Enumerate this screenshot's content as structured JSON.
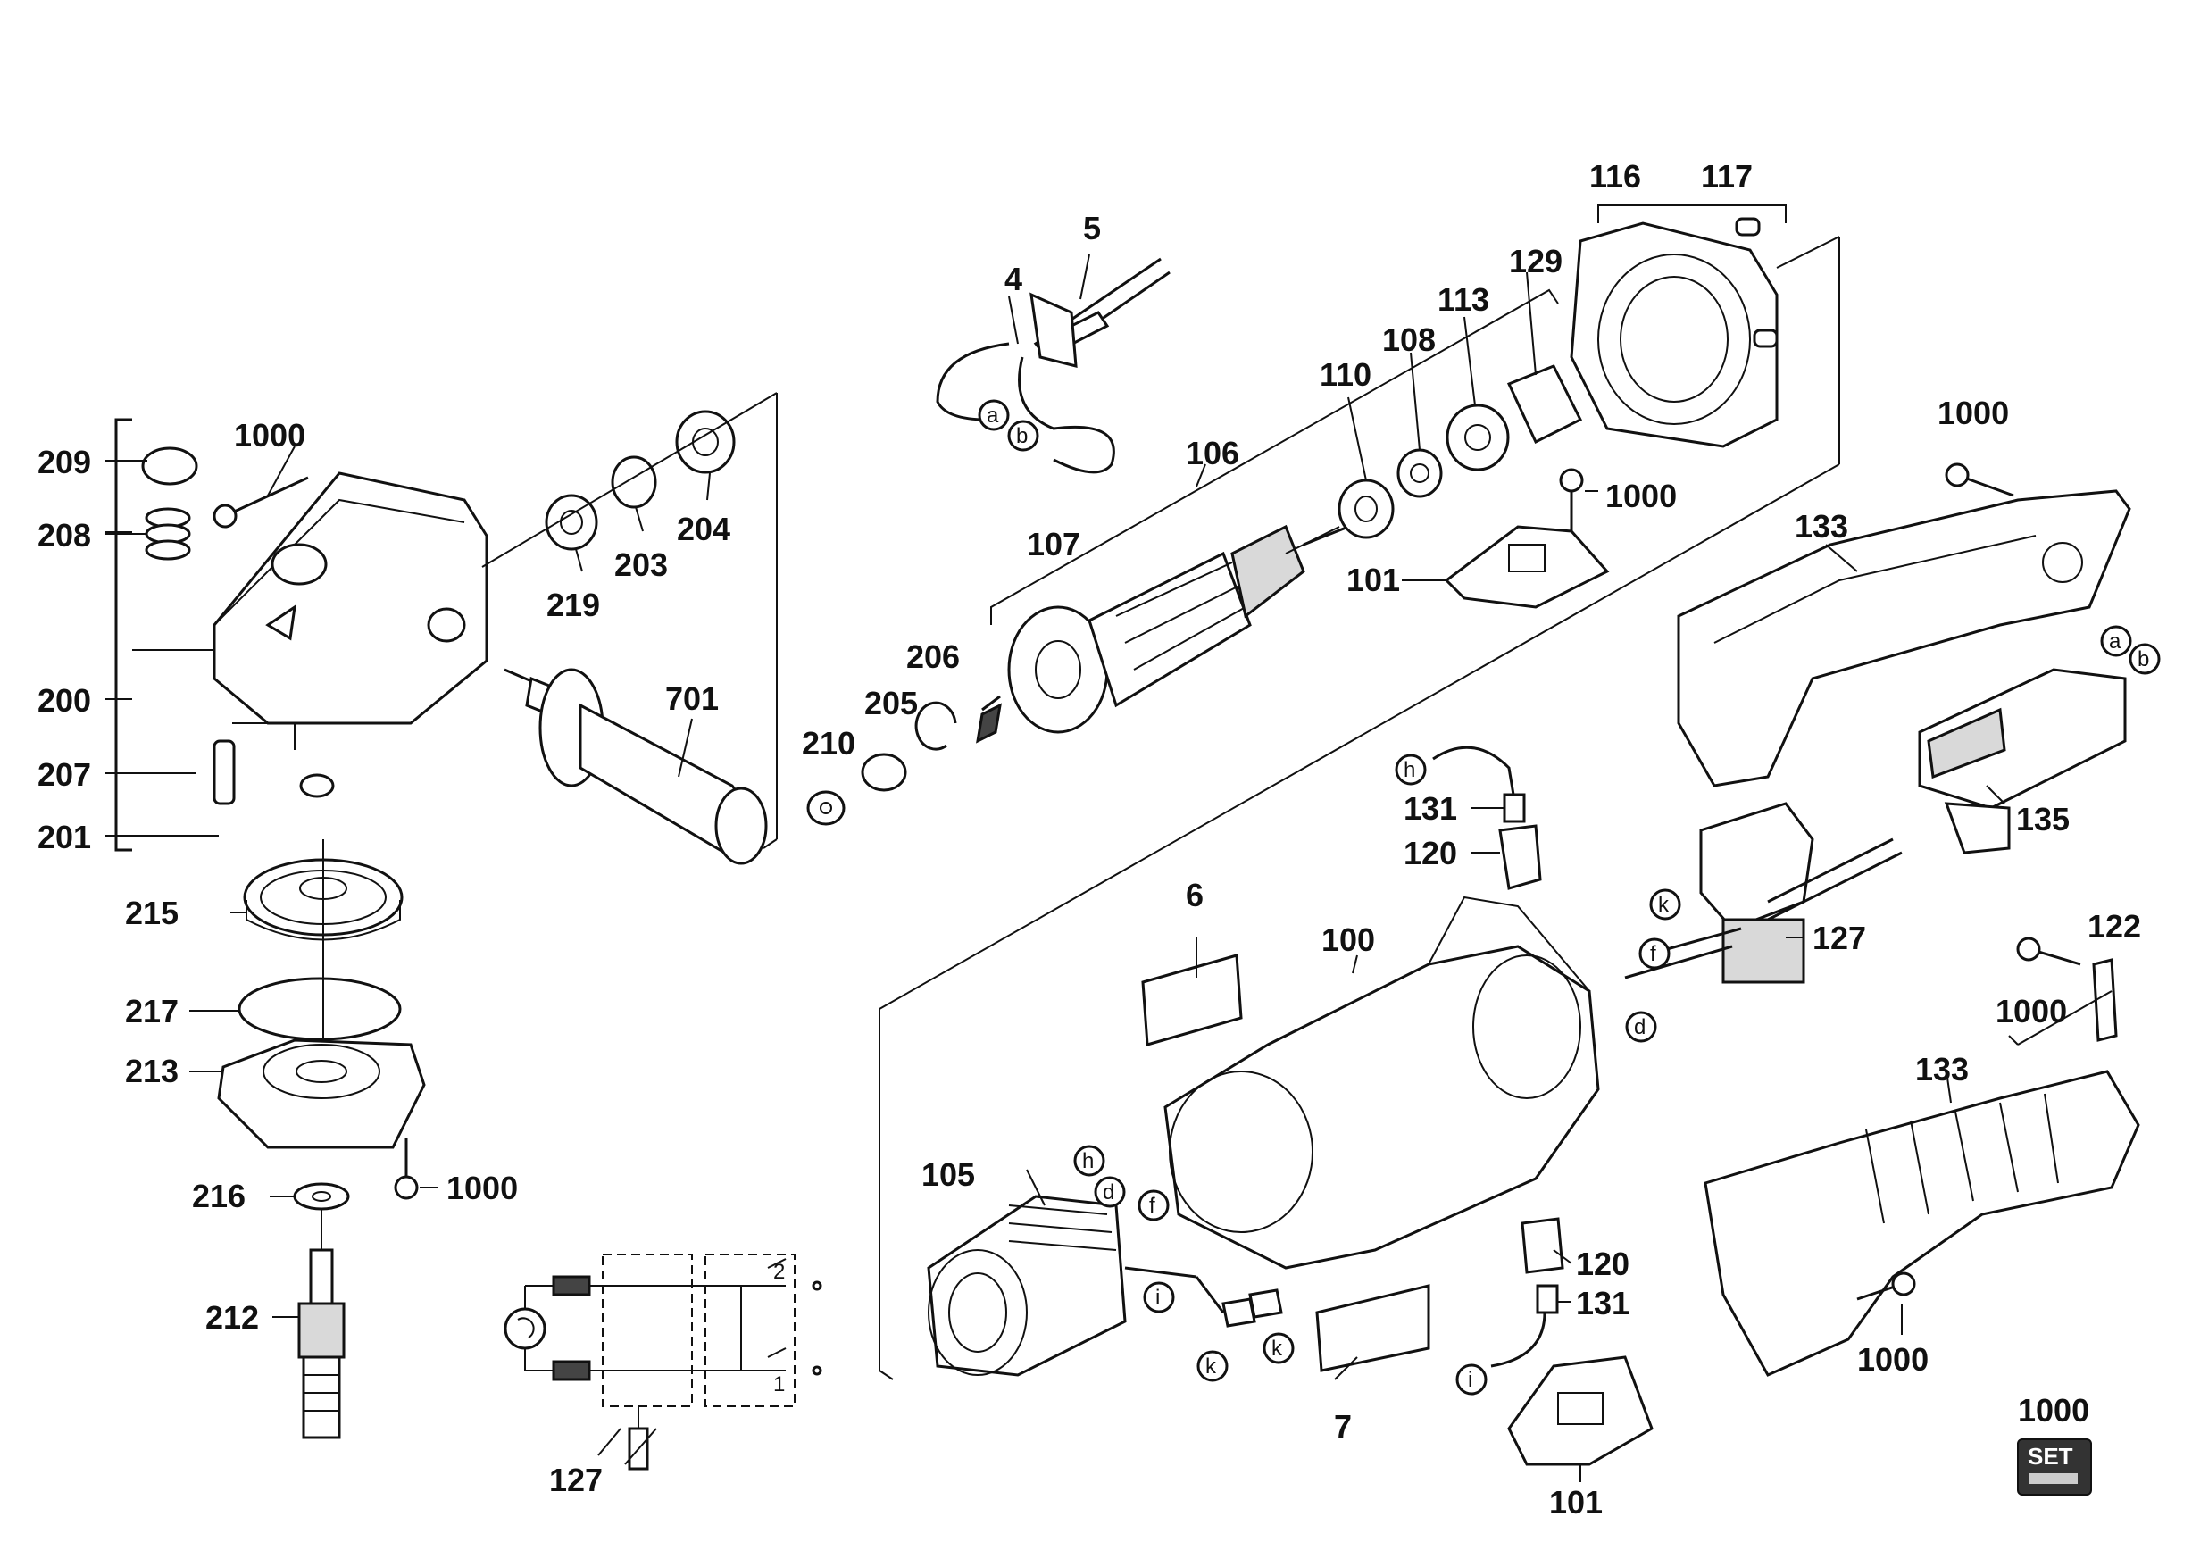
{
  "part_labels": {
    "p209": "209",
    "p208": "208",
    "p200": "200",
    "p207": "207",
    "p201": "201",
    "p1000_a": "1000",
    "p219": "219",
    "p203": "203",
    "p204": "204",
    "p701": "701",
    "p215": "215",
    "p217": "217",
    "p213": "213",
    "p1000_b": "1000",
    "p216": "216",
    "p212": "212",
    "p4": "4",
    "p5": "5",
    "p106": "106",
    "p107": "107",
    "p206": "206",
    "p205": "205",
    "p210": "210",
    "p110": "110",
    "p108": "108",
    "p113": "113",
    "p129": "129",
    "p116": "116",
    "p117": "117",
    "p1000_c": "1000",
    "p101_a": "101",
    "p1000_d": "1000",
    "p133_a": "133",
    "p135": "135",
    "p131_a": "131",
    "p120_a": "120",
    "p127_a": "127",
    "p122": "122",
    "p1000_e": "1000",
    "p6": "6",
    "p100": "100",
    "p105": "105",
    "p7": "7",
    "p127_b": "127",
    "p133_b": "133",
    "p120_b": "120",
    "p131_b": "131",
    "p101_b": "101",
    "p1000_f": "1000",
    "p1000_set": "1000"
  },
  "connector_letters": {
    "a1": "a",
    "b1": "b",
    "a2": "a",
    "b2": "b",
    "h1": "h",
    "k1": "k",
    "f1": "f",
    "d1": "d",
    "h2": "h",
    "d2": "d",
    "f2": "f",
    "i1": "i",
    "k2": "k",
    "k3": "k",
    "i2": "i"
  },
  "schematic": {
    "terminal_top": "2",
    "terminal_bottom": "1"
  },
  "set_badge": {
    "text": "SET"
  }
}
